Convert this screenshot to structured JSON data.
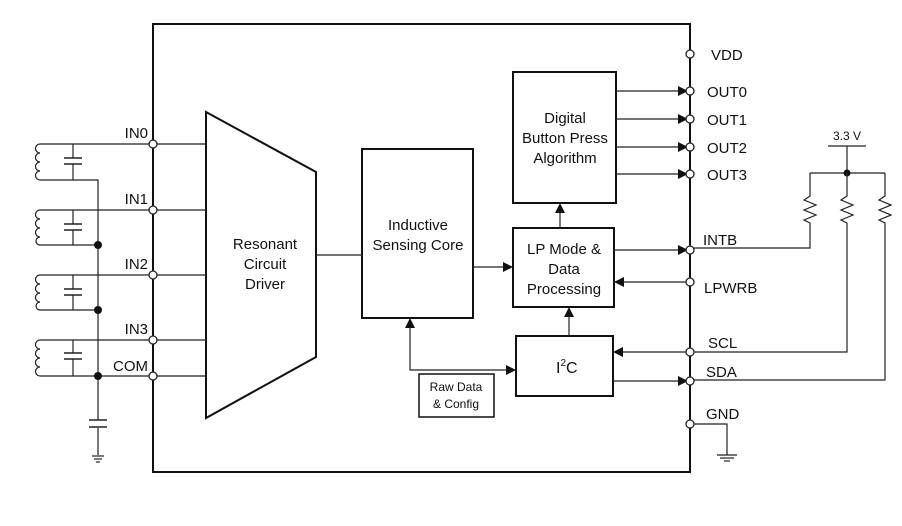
{
  "diagram": {
    "title": "Inductive touch button controller functional block diagram",
    "blocks": {
      "resonant": [
        "Resonant",
        "Circuit",
        "Driver"
      ],
      "sensing": [
        "Inductive",
        "Sensing Core"
      ],
      "digital": [
        "Digital",
        "Button Press",
        "Algorithm"
      ],
      "lpmode": [
        "LP Mode &",
        "Data",
        "Processing"
      ],
      "i2c_main": "I",
      "i2c_sup": "2",
      "i2c_tail": "C",
      "rawdata": [
        "Raw Data",
        "& Config"
      ]
    },
    "left_pins": [
      "IN0",
      "IN1",
      "IN2",
      "IN3",
      "COM"
    ],
    "right_pins": {
      "vdd": "VDD",
      "outputs": [
        "OUT0",
        "OUT1",
        "OUT2",
        "OUT3"
      ],
      "intb": "INTB",
      "lpwrb": "LPWRB",
      "scl": "SCL",
      "sda": "SDA",
      "gnd": "GND"
    },
    "supply_label": "3.3 V"
  }
}
